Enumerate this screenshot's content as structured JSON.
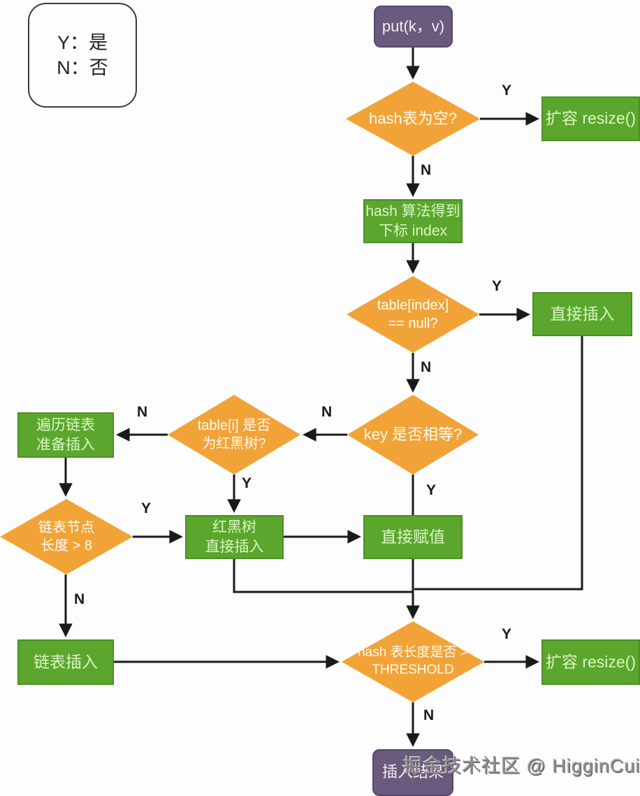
{
  "legend": {
    "yes_line": "Y：是",
    "no_line": "N：否"
  },
  "edge_labels": {
    "yes": "Y",
    "no": "N"
  },
  "nodes": {
    "start": {
      "label": "put(k，v)"
    },
    "hash_empty": {
      "label": "hash表为空?"
    },
    "resize_top": {
      "label": "扩容 resize()"
    },
    "hash_index": {
      "line1": "hash 算法得到",
      "line2": "下标 index"
    },
    "table_null": {
      "line1": "table[index]",
      "line2": "== null?"
    },
    "direct_insert": {
      "label": "直接插入"
    },
    "key_equal": {
      "label": "key 是否相等?"
    },
    "is_rbtree": {
      "line1": "table[i] 是否",
      "line2": "为红黑树?"
    },
    "traverse_list": {
      "line1": "遍历链表",
      "line2": "准备插入"
    },
    "list_len": {
      "line1": "链表节点",
      "line2": "长度 > 8"
    },
    "rbtree_insert": {
      "line1": "红黑树",
      "line2": "直接插入"
    },
    "direct_assign": {
      "label": "直接赋值"
    },
    "over_threshold": {
      "line1": "hash 表长度是否 >",
      "line2": "THRESHOLD"
    },
    "list_insert": {
      "label": "链表插入"
    },
    "resize_bottom": {
      "label": "扩容 resize()"
    },
    "end": {
      "label": "插入结果"
    }
  },
  "watermark": "掘金技术社区 @ HigginCui",
  "colors": {
    "diamond_fill": "#F2A338",
    "box_fill": "#5BA62C",
    "box_border": "#4C8F25",
    "box_text": "#D9F7C4",
    "terminal_fill": "#6A5A7E",
    "line": "#1A1A1A"
  }
}
